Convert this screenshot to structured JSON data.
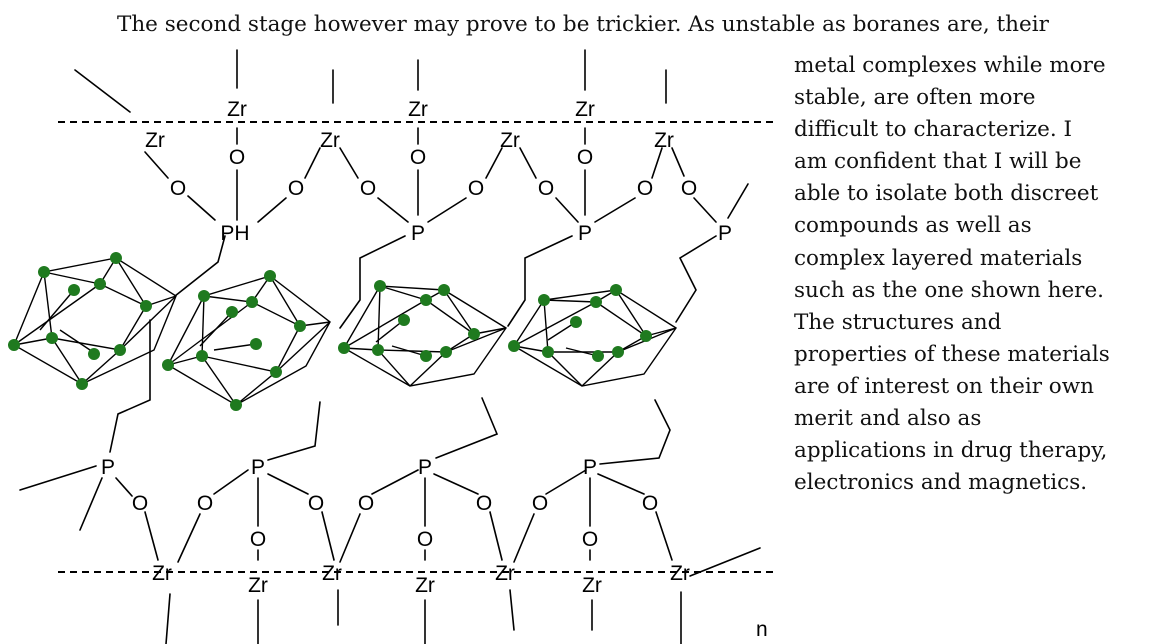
{
  "document": {
    "lead_line": "The second stage however may prove to be trickier.  As unstable as boranes are, their",
    "wrapped_lines": [
      "metal complexes while more",
      "stable, are often more",
      "difficult to characterize.  I",
      "am confident that I will be",
      "able to isolate both discreet",
      "compounds as well as",
      "complex layered materials",
      "such as the one shown here.",
      "The structures and",
      "properties of these materials",
      "are of interest on their own",
      "merit and also as",
      "applications in drug therapy,",
      "electronics and magnetics."
    ]
  },
  "figure": {
    "atom_labels": {
      "zirconium": "Zr",
      "oxygen": "O",
      "phosphorus": "P",
      "phosphine": "PH"
    },
    "repeat_subscript": "n",
    "cluster_atom_color": "#1f7a1f"
  }
}
